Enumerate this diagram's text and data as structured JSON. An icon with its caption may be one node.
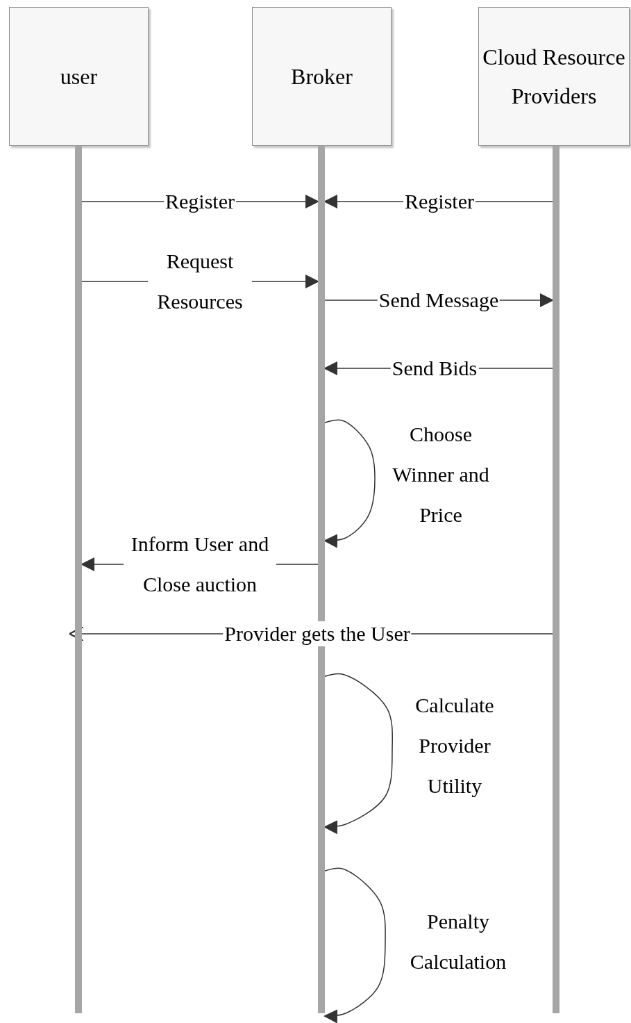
{
  "diagram": {
    "nodes": [
      {
        "text": [
          "user"
        ]
      },
      {
        "text": [
          "Broker"
        ]
      },
      {
        "text": [
          "Cloud Resource Providers"
        ]
      },
      {
        "text": [],
        "shape": "bar"
      },
      {
        "text": [],
        "shape": "bar"
      },
      {
        "text": [],
        "shape": "bar"
      }
    ],
    "edges": [
      {
        "from": 3,
        "to": 4,
        "arrow": "to",
        "label": "Register"
      },
      {
        "from": 5,
        "to": 4,
        "arrow": "to",
        "label": "Register"
      },
      {
        "from": 3,
        "to": 4,
        "arrow": "to",
        "label": "Request Resources"
      },
      {
        "from": 4,
        "to": 5,
        "arrow": "to",
        "label": "Send Message"
      },
      {
        "from": 5,
        "to": 4,
        "arrow": "to",
        "label": "Send Bids"
      },
      {
        "from": 4,
        "to": 4,
        "arrow": "to",
        "label": "Choose Winner and Price"
      },
      {
        "from": 4,
        "to": 3,
        "arrow": "to",
        "label": "Inform User and Close auction"
      },
      {
        "from": 5,
        "to": 3,
        "arrow": "to",
        "label": "Provider gets the User"
      },
      {
        "from": 4,
        "to": 4,
        "arrow": "to",
        "label": "Calculate Provider Utility"
      },
      {
        "from": 4,
        "to": 4,
        "arrow": "to",
        "label": "Penalty Calculation"
      }
    ]
  }
}
